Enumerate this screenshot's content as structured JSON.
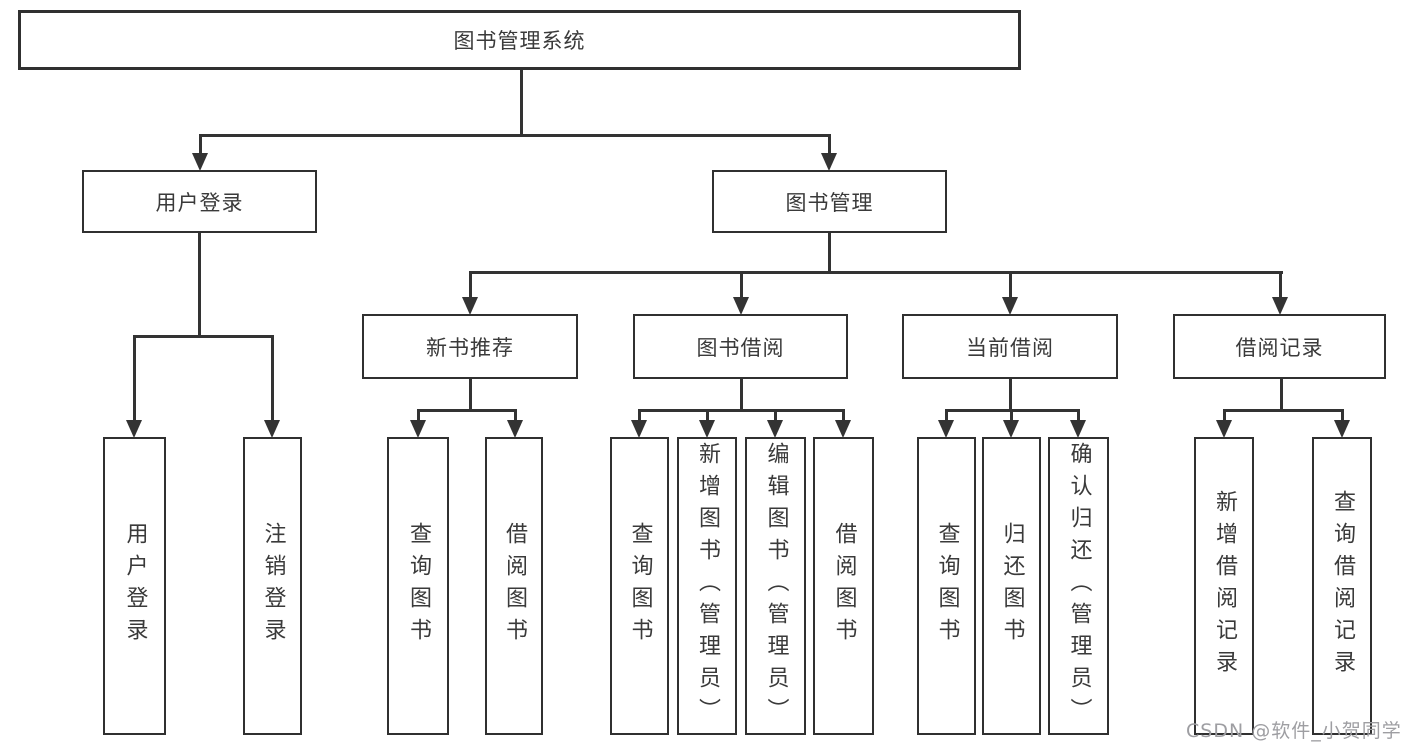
{
  "diagram": {
    "root": {
      "label": "图书管理系统"
    },
    "level2": {
      "user_login": {
        "label": "用户登录"
      },
      "book_management": {
        "label": "图书管理"
      }
    },
    "level3": {
      "new_book_recommend": {
        "label": "新书推荐"
      },
      "book_borrow": {
        "label": "图书借阅"
      },
      "current_borrow": {
        "label": "当前借阅"
      },
      "borrow_records": {
        "label": "借阅记录"
      }
    },
    "leaves": {
      "user_login_group": [
        "用户登录",
        "注销登录"
      ],
      "new_book_recommend_group": [
        "查询图书",
        "借阅图书"
      ],
      "book_borrow_group": [
        "查询图书",
        "新增图书（管理员）",
        "编辑图书（管理员）",
        "借阅图书"
      ],
      "current_borrow_group": [
        "查询图书",
        "归还图书",
        "确认归还（管理员）"
      ],
      "borrow_records_group": [
        "新增借阅记录",
        "查询借阅记录"
      ]
    }
  },
  "watermark": {
    "text": "CSDN @软件_小贺同学"
  },
  "colors": {
    "line": "#333333",
    "box_border": "#303030",
    "box_background": "#ffffff",
    "text": "#3a3a3a",
    "page_background": "#ffffff",
    "watermark": "#9e9ea2"
  }
}
